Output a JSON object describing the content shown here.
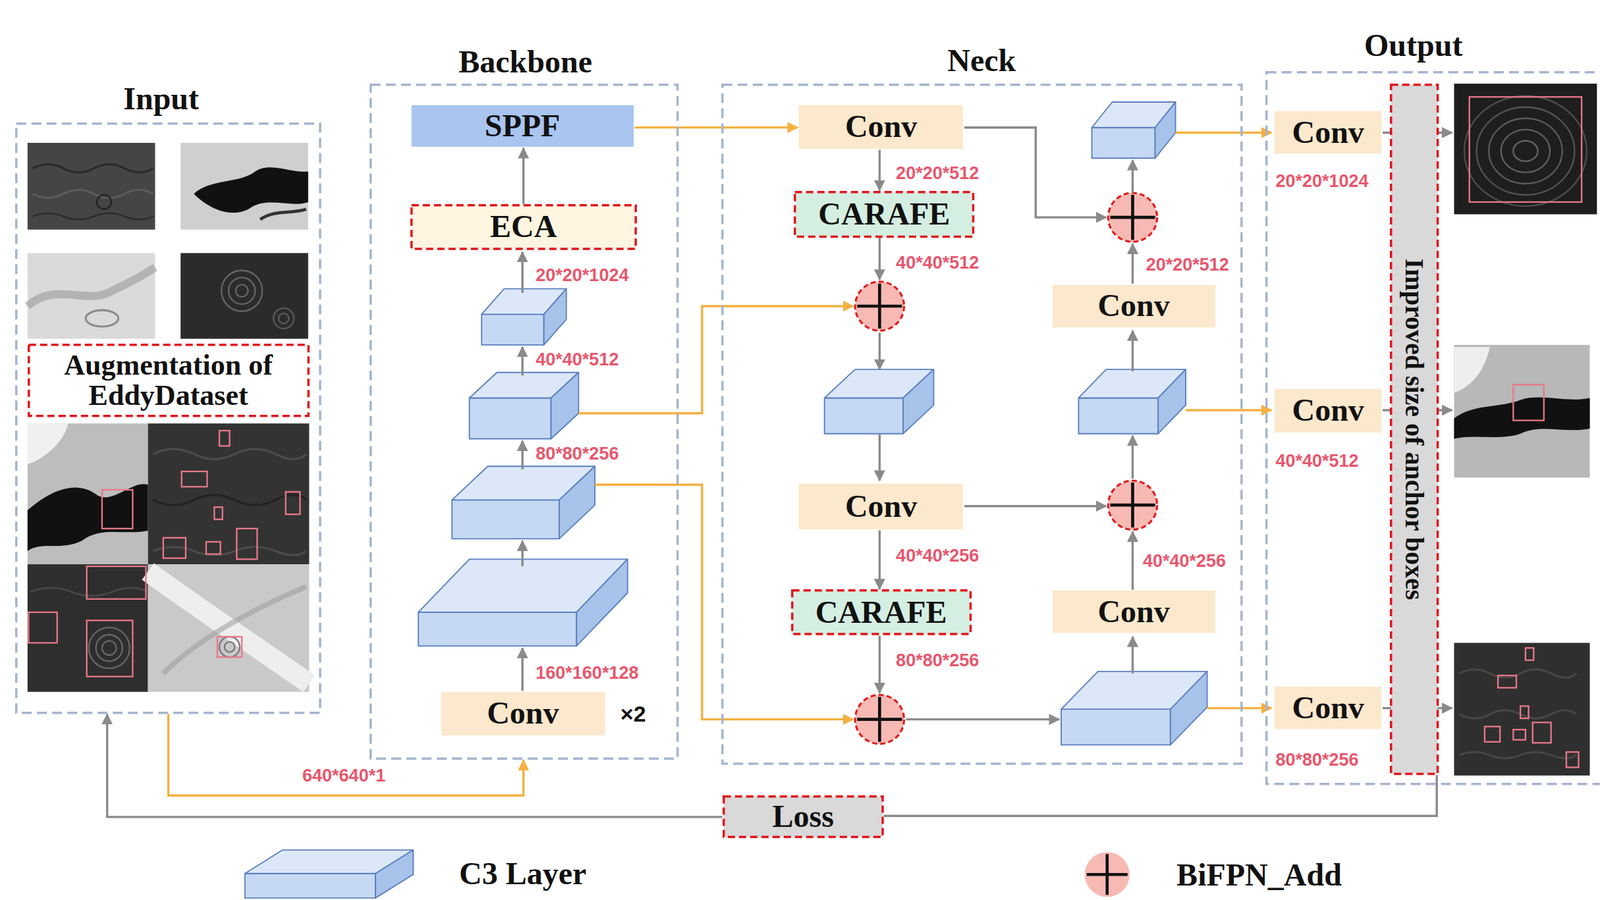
{
  "diagram": {
    "nodes": [
      {
        "text": [
          "Input"
        ]
      },
      {
        "text": [
          "Augmentation of EddyDataset"
        ],
        "in": 0
      },
      {
        "text": [
          "Backbone"
        ]
      },
      {
        "text": [
          "SPPF"
        ],
        "in": 2
      },
      {
        "text": [
          "ECA"
        ],
        "in": 2
      },
      {
        "text": [
          "Conv"
        ],
        "in": 2
      },
      {
        "text": [
          "Neck"
        ]
      },
      {
        "text": [
          "Conv"
        ],
        "in": 6
      },
      {
        "text": [
          "CARAFE"
        ],
        "in": 6
      },
      {
        "text": [
          "Conv"
        ],
        "in": 6
      },
      {
        "text": [
          "Conv"
        ],
        "in": 6
      },
      {
        "text": [
          "CARAFE"
        ],
        "in": 6
      },
      {
        "text": [
          "Conv"
        ],
        "in": 6
      },
      {
        "text": [
          "Output"
        ]
      },
      {
        "text": [
          "Conv"
        ],
        "in": 13
      },
      {
        "text": [
          "Improved size of anchor boxes"
        ],
        "in": 13
      },
      {
        "text": [
          "Conv"
        ],
        "in": 13
      },
      {
        "text": [
          "Conv"
        ],
        "in": 13
      },
      {
        "text": [
          "Loss"
        ]
      }
    ],
    "edges": [
      {
        "from": 0,
        "to": 2,
        "arrow": "to",
        "label": "640*640*1"
      },
      {
        "from": 4,
        "to": 3,
        "arrow": "to"
      },
      {
        "from": 3,
        "to": 7,
        "arrow": "to"
      },
      {
        "from": 7,
        "to": 8,
        "arrow": "to"
      },
      {
        "from": 10,
        "to": 11,
        "arrow": "to"
      },
      {
        "from": 15,
        "to": 18,
        "arrow": "none"
      },
      {
        "from": 18,
        "to": 0,
        "arrow": "to"
      }
    ],
    "labels": [
      "20*20*1024",
      "40*40*512",
      "80*80*256",
      "160*160*128",
      "×2",
      "20*20*512",
      "40*40*512",
      "40*40*256",
      "80*80*256",
      "20*20*512",
      "40*40*256",
      "20*20*1024",
      "40*40*512",
      "80*80*256"
    ],
    "legend": [
      {
        "text": "C3 Layer"
      },
      {
        "text": "BiFPN_Add"
      }
    ]
  }
}
